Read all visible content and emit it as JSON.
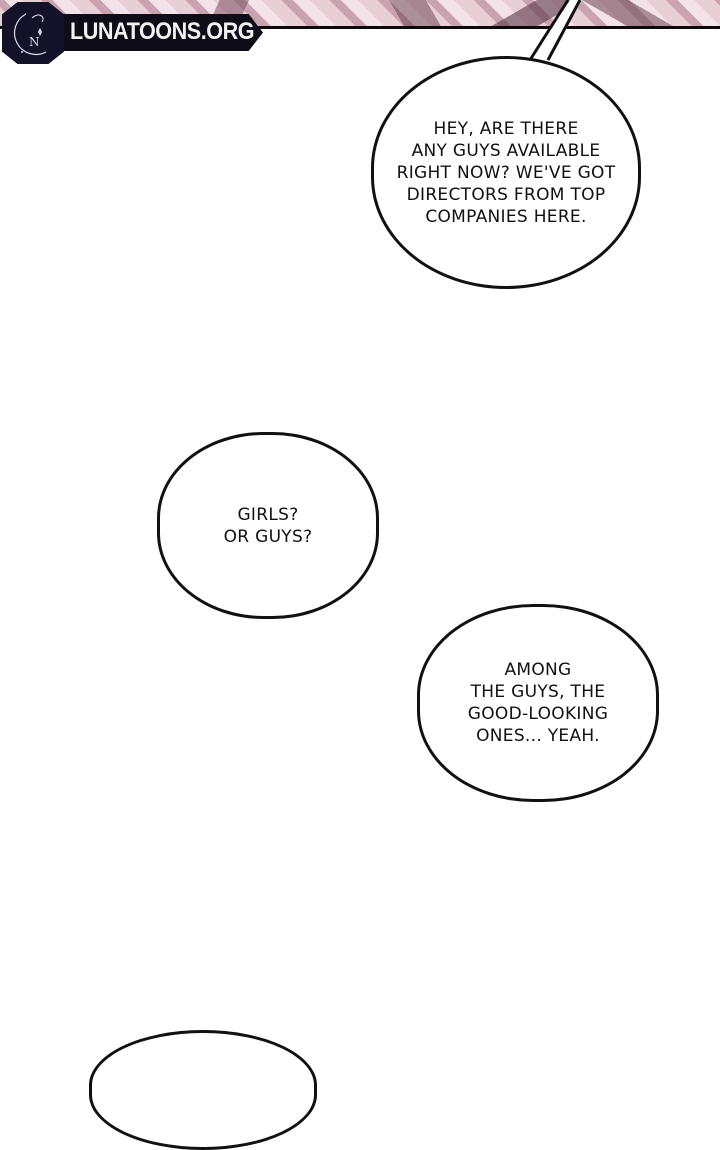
{
  "header": {
    "logo_text": "LUNATOONS.ORG",
    "logo_icon": "moon-crescent-emblem"
  },
  "colors": {
    "background": "#ffffff",
    "panel_pattern": "#e9d0d8",
    "bubble_border": "#111111",
    "logo_bg": "#0e0d17",
    "logo_text": "#f2f2f2"
  },
  "bubbles": [
    {
      "text": "HEY, ARE THERE\nANY GUYS AVAILABLE\nRIGHT NOW? WE'VE GOT\nDIRECTORS FROM TOP\nCOMPANIES HERE.",
      "has_tail": true
    },
    {
      "text": "GIRLS?\nOR GUYS?",
      "has_tail": false
    },
    {
      "text": "AMONG\nTHE GUYS, THE\nGOOD-LOOKING\nONES... YEAH.",
      "has_tail": false
    },
    {
      "text": "",
      "has_tail": false
    }
  ]
}
